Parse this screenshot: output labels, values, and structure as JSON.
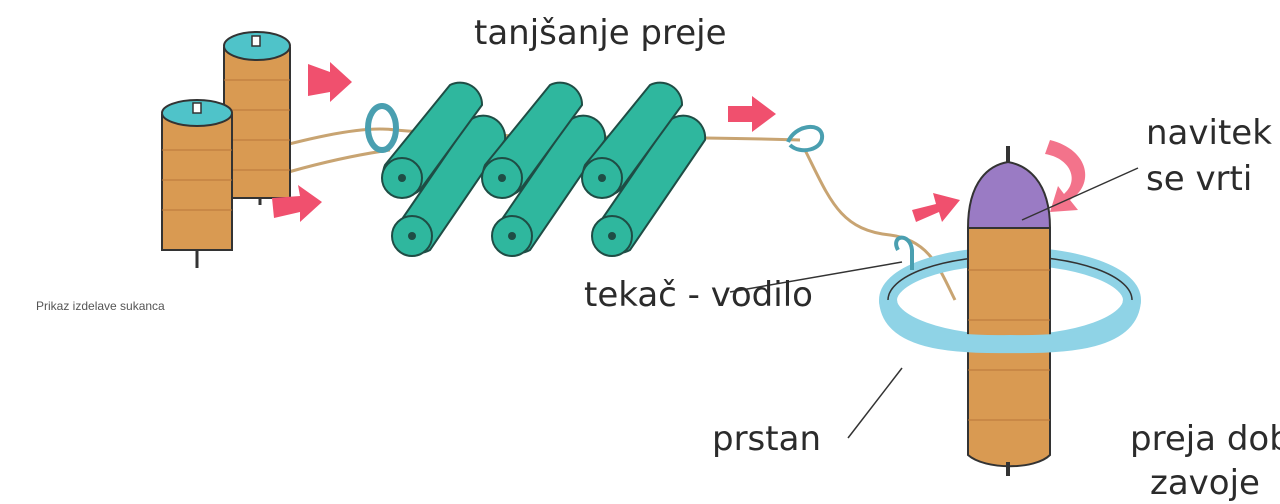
{
  "labels": {
    "drafting": "tanjšanje preje",
    "bobbin_line1": "navitek",
    "bobbin_line2": "se vrti",
    "traveler": "tekač - vodilo",
    "ring": "prstan",
    "twist_line1": "preja dobi",
    "twist_line2": "zavoje",
    "caption": "Prikaz izdelave sukanca"
  },
  "colors": {
    "spool": "#d99a52",
    "spool_dark": "#b9773a",
    "spool_top": "#4fc3c9",
    "roller": "#2fb79e",
    "roller_dark": "#1f8c79",
    "ring": "#8fd3e6",
    "bobbin_top": "#9a7bc4",
    "arrow": "#f0506e",
    "yarn": "#c8a472"
  }
}
